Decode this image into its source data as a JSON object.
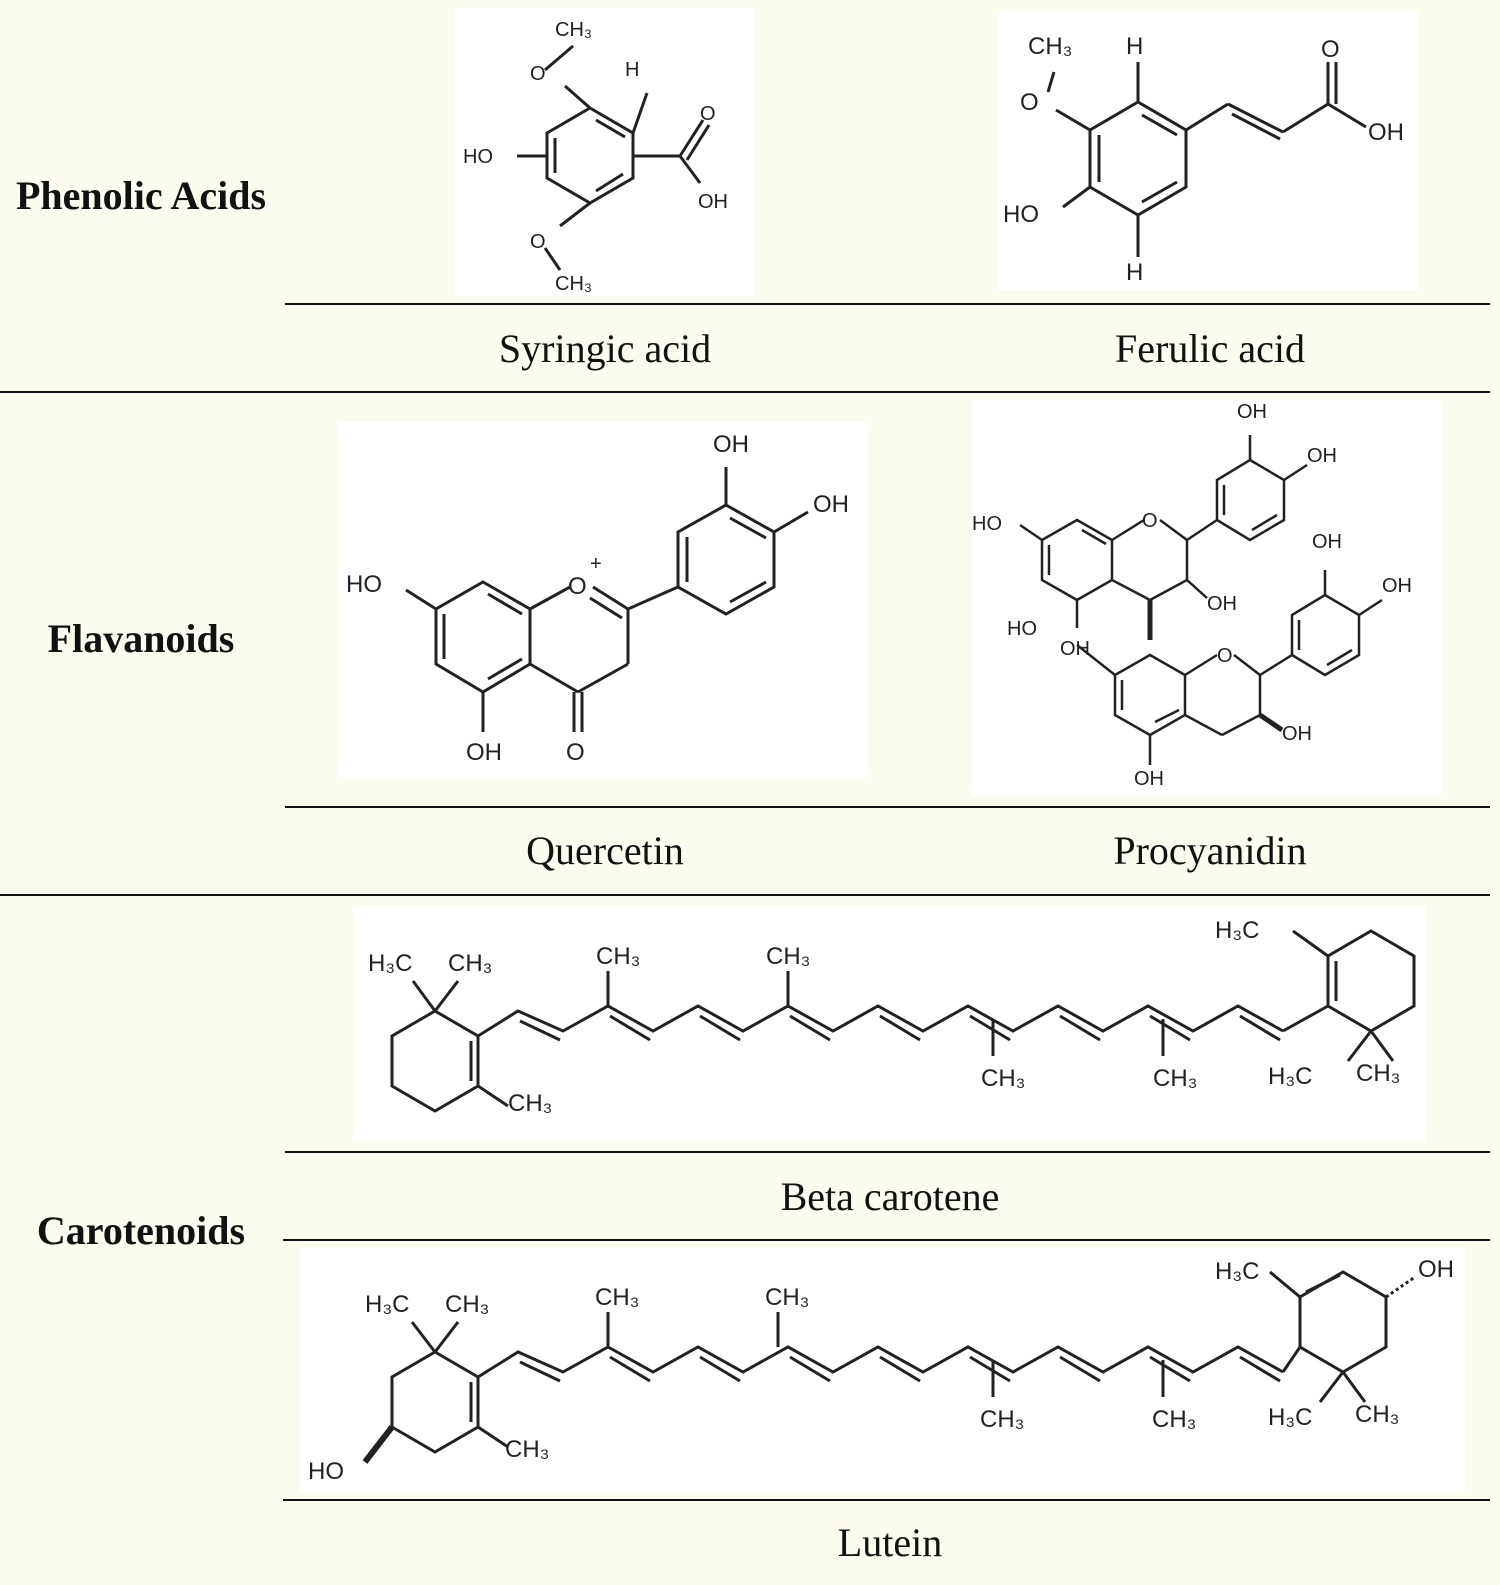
{
  "categories": {
    "phenolic": "Phenolic Acids",
    "flavanoids": "Flavanoids",
    "carotenoids": "Carotenoids"
  },
  "compounds": {
    "syringic": "Syringic acid",
    "ferulic": "Ferulic acid",
    "quercetin": "Quercetin",
    "procyanidin": "Procyanidin",
    "beta_carotene": "Beta carotene",
    "lutein": "Lutein"
  },
  "atoms": {
    "ch3": "CH₃",
    "h3c": "H₃C",
    "oh": "OH",
    "ho": "HO",
    "o": "O",
    "h": "H",
    "oplus": "+"
  }
}
